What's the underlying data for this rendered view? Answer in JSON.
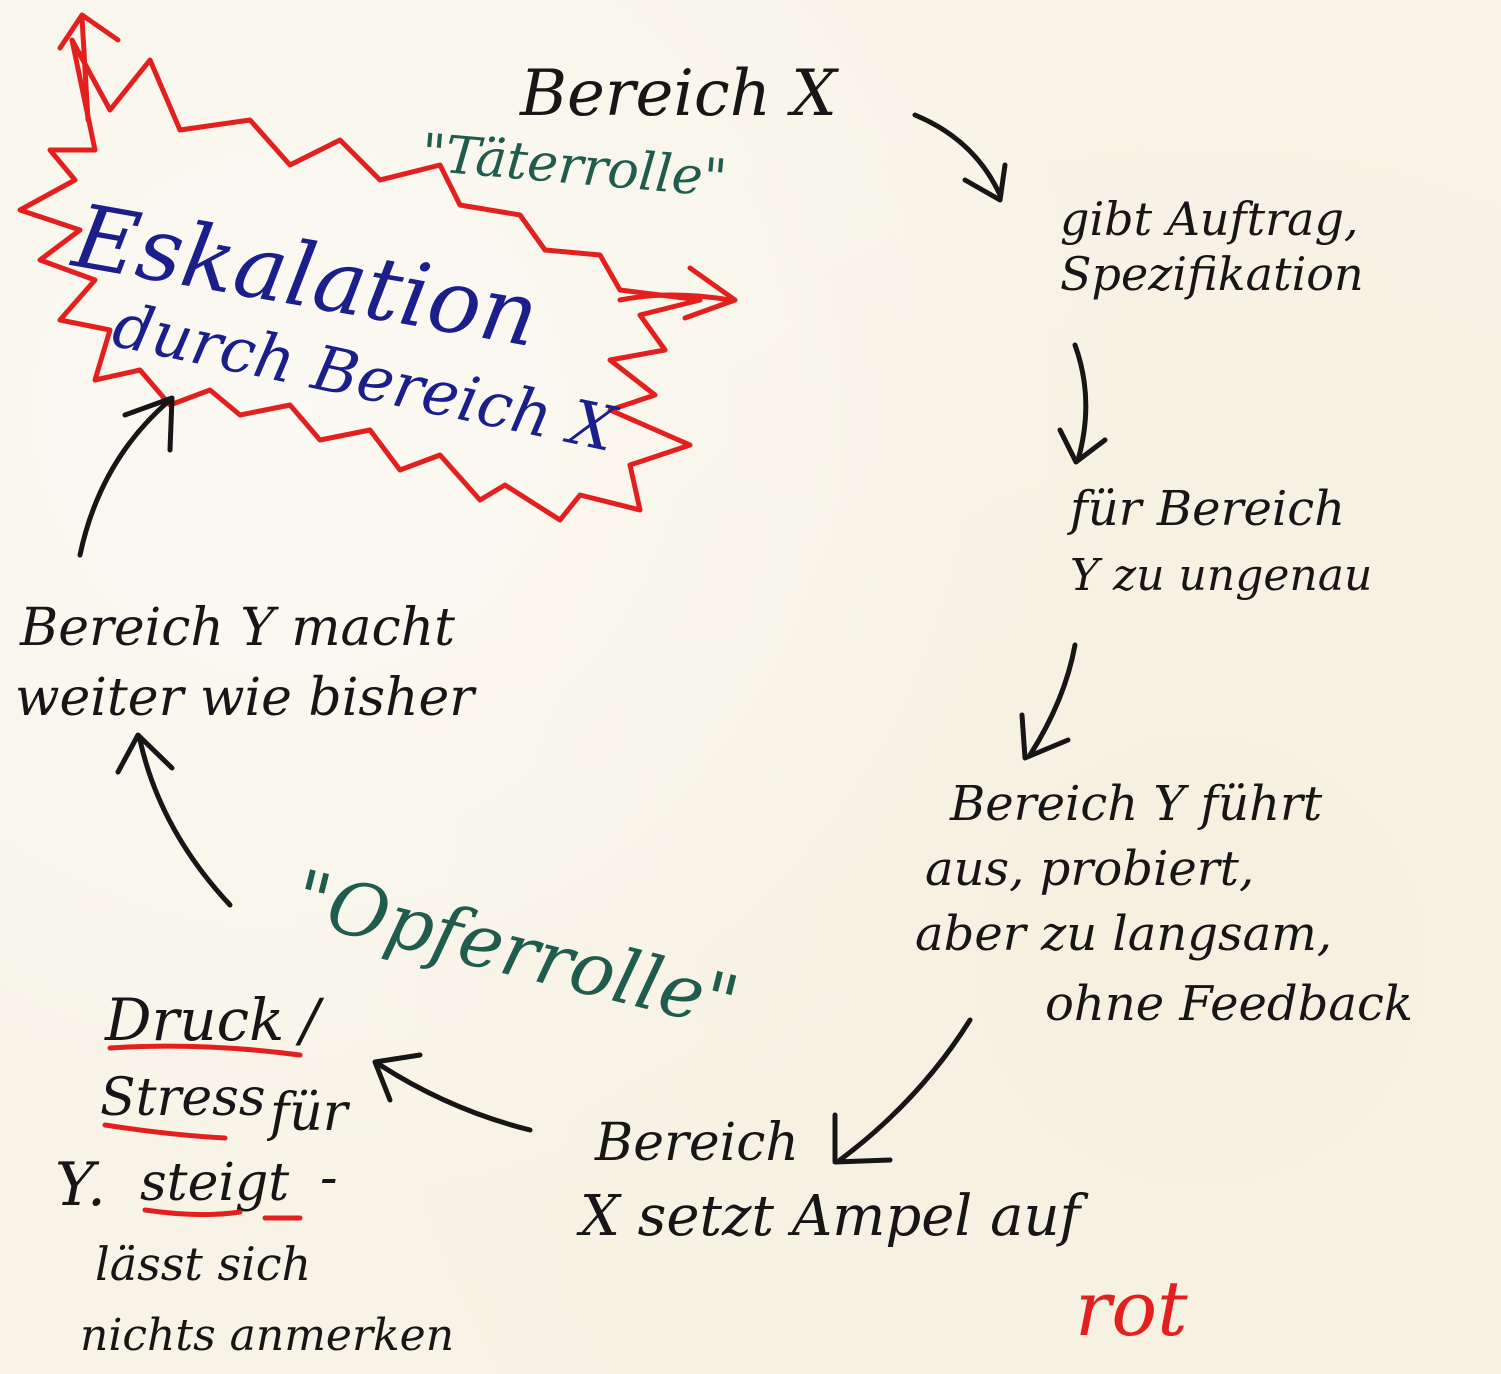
{
  "colors": {
    "paper": "#f7f3e6",
    "ink_black": "#161616",
    "ink_blue": "#1a1f8c",
    "ink_green": "#1f5c4c",
    "ink_red": "#e3201e"
  },
  "explosion": {
    "title_line1": "Eskalation",
    "title_line2": "durch Bereich X"
  },
  "roles": {
    "perpetrator": "\"Täterrolle\"",
    "victim": "\"Opferrolle\""
  },
  "nodes": {
    "start": "Bereich X",
    "assignment_line1": "gibt Auftrag,",
    "assignment_line2": "Spezifikation",
    "vague_line1": "für Bereich",
    "vague_line2": "Y zu ungenau",
    "execute_line1": "Bereich Y führt",
    "execute_line2": "aus, probiert,",
    "execute_line3": "aber zu langsam,",
    "execute_line4": "ohne Feedback",
    "signal_line1": "Bereich",
    "signal_line2": "X setzt Ampel auf",
    "signal_red": "rot",
    "pressure_word1": "Druck",
    "pressure_sep": "/",
    "stress_word": "Stress",
    "stress_rest": "für",
    "rises_prefix": "Y.",
    "rises_word": "steigt",
    "rises_dash": "-",
    "helpless_line1": "lässt sich",
    "helpless_line2": "nichts anmerken",
    "continue_line1": "Bereich Y macht",
    "continue_line2": "weiter wie bisher"
  }
}
